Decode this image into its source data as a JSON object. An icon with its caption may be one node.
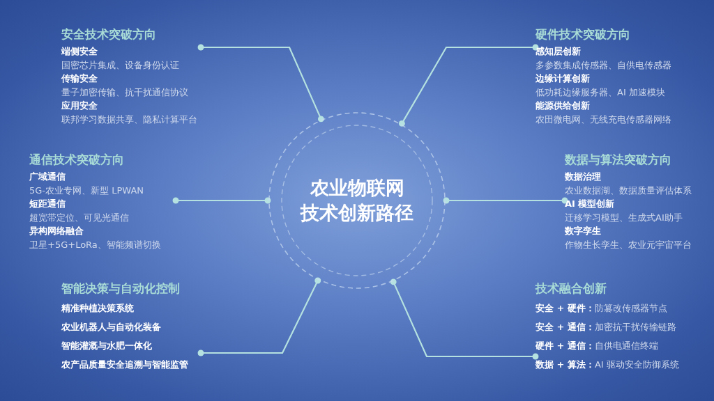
{
  "diagram": {
    "nodes": [
      {
        "text": [
          "农业物联网",
          "技术创新路径"
        ]
      },
      {
        "text": [
          "安全技术突破方向",
          "端侧安全",
          "国密芯片集成、设备身份认证",
          "传输安全",
          "量子加密传输、抗干扰通信协议",
          "应用安全",
          "联邦学习数据共享、隐私计算平台"
        ]
      },
      {
        "text": [
          "硬件技术突破方向",
          "感知层创新",
          "多参数集成传感器、自供电传感器",
          "边缘计算创新",
          "低功耗边缘服务器、AI 加速模块",
          "能源供给创新",
          "农田微电网、无线充电传感器网络"
        ]
      },
      {
        "text": [
          "通信技术突破方向",
          "广域通信",
          "5G-农业专网、新型 LPWAN",
          "短距通信",
          "超宽带定位、可见光通信",
          "异构网络融合",
          "卫星+5G+LoRa、智能频谱切换"
        ]
      },
      {
        "text": [
          "数据与算法突破方向",
          "数据治理",
          "农业数据湖、数据质量评估体系",
          "AI 模型创新",
          "迁移学习模型、生成式AI助手",
          "数字孪生",
          "作物生长孪生、农业元宇宙平台"
        ]
      },
      {
        "text": [
          "智能决策与自动化控制",
          "精准种植决策系统",
          "农业机器人与自动化装备",
          "智能灌溉与水肥一体化",
          "农产品质量安全追溯与智能监管"
        ]
      },
      {
        "text": [
          "技术融合创新",
          "**安全 + 硬件：**防篡改传感器节点",
          "**安全 + 通信：**加密抗干扰传输链路",
          "**硬件 + 通信：**自供电通信终端",
          "**数据 + 算法：**AI 驱动安全防御系统"
        ]
      }
    ],
    "edges": [
      {
        "from": 0,
        "to": 1,
        "arrow": "other"
      },
      {
        "from": 0,
        "to": 2,
        "arrow": "other"
      },
      {
        "from": 0,
        "to": 3,
        "arrow": "other"
      },
      {
        "from": 0,
        "to": 4,
        "arrow": "other"
      },
      {
        "from": 0,
        "to": 5,
        "arrow": "other"
      },
      {
        "from": 0,
        "to": 6,
        "arrow": "other"
      }
    ]
  }
}
